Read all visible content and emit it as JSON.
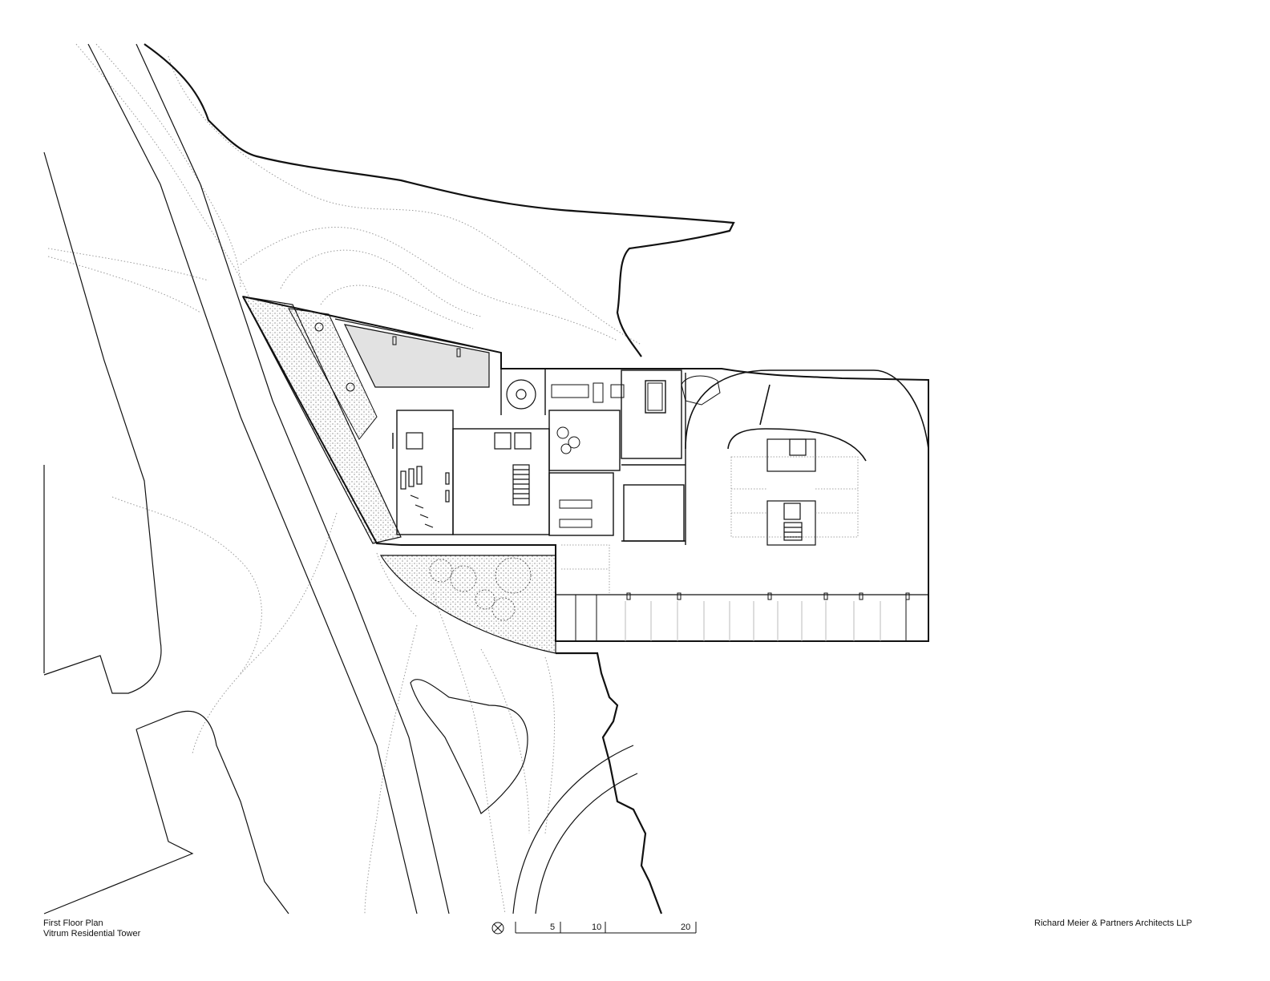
{
  "title_block": {
    "drawing_title": "First Floor Plan",
    "project_name": "Vitrum Residential Tower"
  },
  "firm": "Richard Meier & Partners Architects LLP",
  "scale_bar": {
    "labels": [
      "5",
      "10",
      "20"
    ]
  },
  "north_symbol": "north-arrow-icon",
  "colors": {
    "linework": "#111111",
    "pool_fill": "#e2e2e2",
    "planting_stipple": "#555555",
    "contour_dotted": "#9a9a9a"
  }
}
